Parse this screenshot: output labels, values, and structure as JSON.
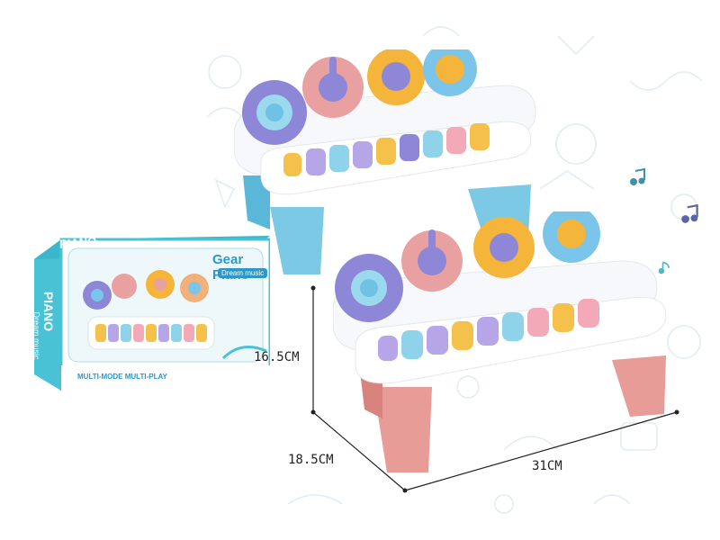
{
  "box": {
    "brand_title": "PIANO",
    "side_title": "PIANO",
    "side_subtitle": "Dream music",
    "product_name": "Gear Piano",
    "product_tagline": "Dream music",
    "bottom_slogan": "MULTI-MODE MULTI-PLAY"
  },
  "dimensions": {
    "height": "16.5CM",
    "depth": "18.5CM",
    "width": "31CM"
  },
  "colors": {
    "blue_legs": "#7cc9e6",
    "pink_legs": "#e79c98",
    "white_body": "#f7f8fb",
    "gear_purple": "#8e86d6",
    "gear_pink": "#e9a0a0",
    "gear_orange": "#f5b43a",
    "gear_blue": "#7cc5ea",
    "key_yellow": "#f6c14a",
    "key_purple": "#b6a6e8",
    "key_blue": "#8fd3ea",
    "key_pink": "#f4a9b8"
  }
}
